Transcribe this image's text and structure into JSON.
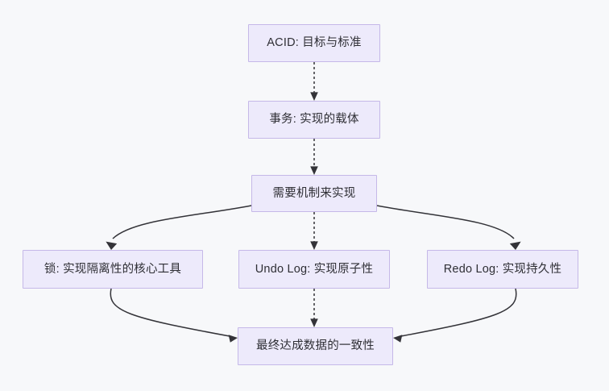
{
  "diagram": {
    "type": "flowchart",
    "direction": "top-to-bottom",
    "background_color": "#f7f8fa",
    "node_fill_color": "#edeafb",
    "node_border_color": "#c5b8e8",
    "edge_color": "#333338",
    "text_color": "#2f2f35",
    "nodes": [
      {
        "id": "acid",
        "label": "ACID: 目标与标准"
      },
      {
        "id": "transaction",
        "label": "事务: 实现的载体"
      },
      {
        "id": "mechanism",
        "label": "需要机制来实现"
      },
      {
        "id": "lock",
        "label": "锁: 实现隔离性的核心工具"
      },
      {
        "id": "undo_log",
        "label": "Undo Log: 实现原子性"
      },
      {
        "id": "redo_log",
        "label": "Redo Log: 实现持久性"
      },
      {
        "id": "consistency",
        "label": "最终达成数据的一致性"
      }
    ],
    "edges": [
      {
        "from": "acid",
        "to": "transaction",
        "style": "dashed"
      },
      {
        "from": "transaction",
        "to": "mechanism",
        "style": "dashed"
      },
      {
        "from": "mechanism",
        "to": "lock",
        "style": "solid"
      },
      {
        "from": "mechanism",
        "to": "undo_log",
        "style": "dashed"
      },
      {
        "from": "mechanism",
        "to": "redo_log",
        "style": "solid"
      },
      {
        "from": "lock",
        "to": "consistency",
        "style": "solid"
      },
      {
        "from": "undo_log",
        "to": "consistency",
        "style": "dashed"
      },
      {
        "from": "redo_log",
        "to": "consistency",
        "style": "solid"
      }
    ]
  }
}
